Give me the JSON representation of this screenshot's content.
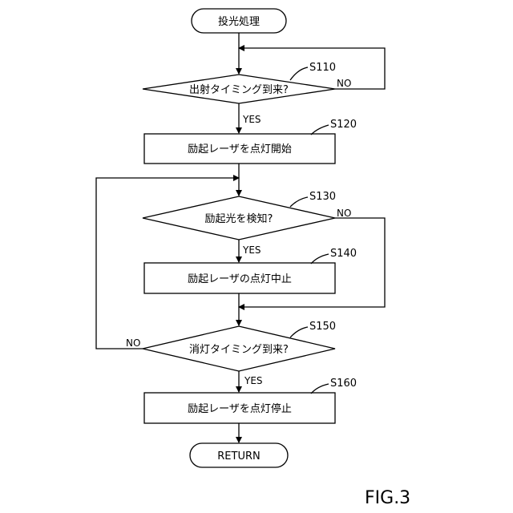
{
  "start_label": "投光処理",
  "end_label": "RETURN",
  "figure_label": "FIG.3",
  "steps": {
    "s110": {
      "id": "S110",
      "text": "出射タイミング到来?"
    },
    "s120": {
      "id": "S120",
      "text": "励起レーザを点灯開始"
    },
    "s130": {
      "id": "S130",
      "text": "励起光を検知?"
    },
    "s140": {
      "id": "S140",
      "text": "励起レーザの点灯中止"
    },
    "s150": {
      "id": "S150",
      "text": "消灯タイミング到来?"
    },
    "s160": {
      "id": "S160",
      "text": "励起レーザを点灯停止"
    }
  },
  "branches": {
    "yes": "YES",
    "no": "NO"
  }
}
